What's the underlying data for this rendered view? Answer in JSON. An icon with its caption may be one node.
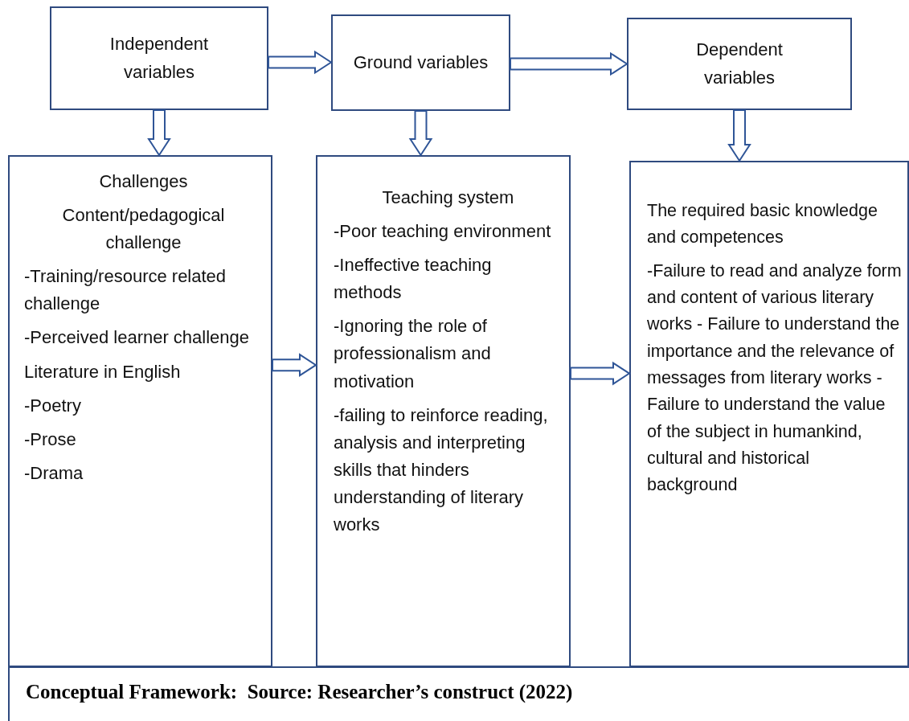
{
  "diagram": {
    "caption": "Conceptual Framework:  Source: Researcher’s construct (2022)",
    "nodes": [
      {
        "text": [
          "Independent variables"
        ]
      },
      {
        "text": [
          "Ground variables"
        ]
      },
      {
        "text": [
          "Dependent variables"
        ]
      },
      {
        "text": [
          "Challenges",
          "Content/pedagogical challenge",
          "-Training/resource related challenge",
          "-Perceived learner challenge",
          "Literature in English",
          "-Poetry",
          "-Prose",
          "-Drama"
        ]
      },
      {
        "text": [
          "Teaching system",
          "-Poor teaching environment",
          "-Ineffective teaching methods",
          "-Ignoring the role of professionalism and motivation",
          "-failing to reinforce reading, analysis and interpreting skills that hinders understanding of literary works"
        ]
      },
      {
        "text": [
          "The required basic knowledge and competences",
          "-Failure to read and analyze form and content of various literary works - Failure to understand the importance and the relevance of messages from literary works - Failure to understand the value of the subject in humankind, cultural and historical background"
        ]
      }
    ],
    "edges": [
      {
        "from": 0,
        "to": 1,
        "arrow": "to"
      },
      {
        "from": 1,
        "to": 2,
        "arrow": "to"
      },
      {
        "from": 0,
        "to": 3,
        "arrow": "to"
      },
      {
        "from": 1,
        "to": 4,
        "arrow": "to"
      },
      {
        "from": 2,
        "to": 5,
        "arrow": "to"
      },
      {
        "from": 3,
        "to": 4,
        "arrow": "to"
      },
      {
        "from": 4,
        "to": 5,
        "arrow": "to"
      }
    ]
  }
}
